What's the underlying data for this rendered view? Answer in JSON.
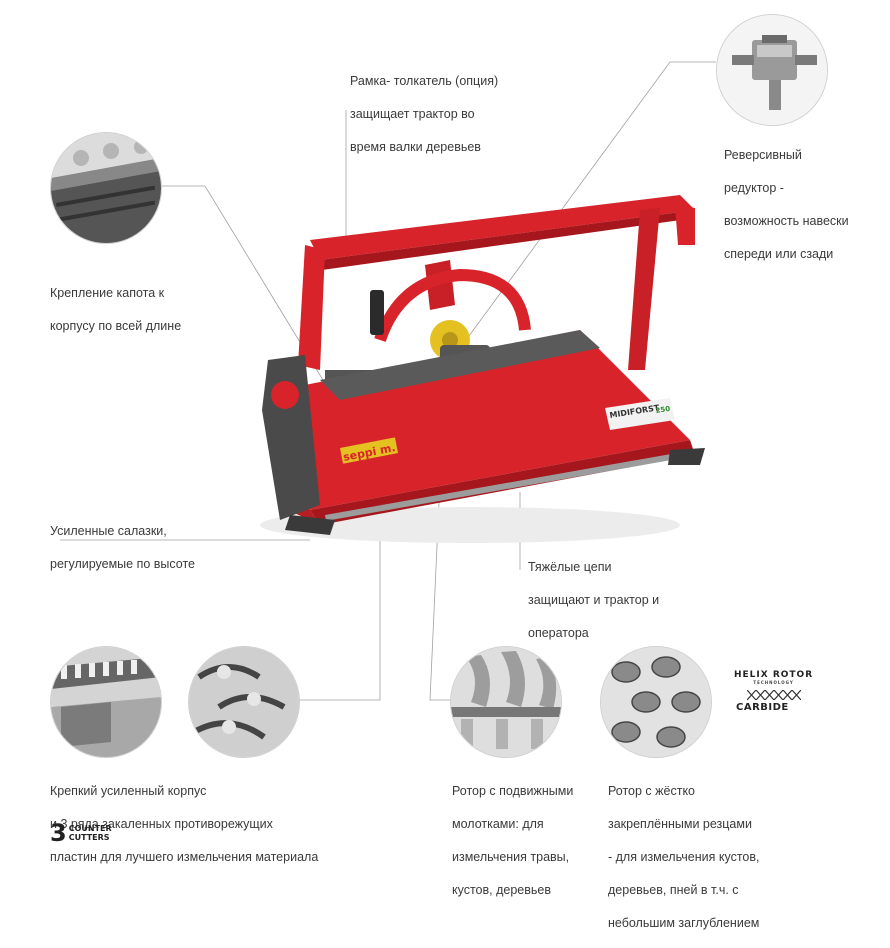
{
  "callouts": {
    "push_frame": [
      "Рамка- толкатель (опция)",
      "защищает трактор во",
      "время валки деревьев"
    ],
    "gearbox": [
      "Реверсивный",
      "редуктор -",
      "возможность навески",
      "спереди или сзади"
    ],
    "hood_mount": [
      "Крепление капота к",
      "корпусу по всей длине"
    ],
    "skids": [
      "Усиленные салазки,",
      "регулируемые по высоте"
    ],
    "chains": [
      "Тяжёлые цепи",
      "защищают  и трактор и",
      "оператора"
    ],
    "housing": [
      "Крепкий усиленный корпус",
      "и 3 ряда закаленных противорежущих",
      "пластин для лучшего измельчения материала"
    ],
    "rotor_hammers": [
      "Ротор с подвижными",
      "молотками: для",
      "измельчения травы,",
      "кустов, деревьев"
    ],
    "rotor_fixed": [
      "Ротор с жёстко",
      "закреплёнными резцами",
      "- для измельчения кустов,",
      "деревьев, пней в т.ч. с",
      "небольшим заглублением"
    ]
  },
  "badges": {
    "counter_number": "3",
    "counter_line1": "COUNTER",
    "counter_line2": "CUTTERS",
    "helix_line1": "HELIX ROTOR",
    "helix_line2": "TECHNOLOGY",
    "carbide": "CARBIDE"
  },
  "machine_labels": {
    "brand": "seppi m.",
    "model": "MIDIFORST",
    "model_number": "250"
  },
  "colors": {
    "machine_red": "#d8232a",
    "dark_red": "#a5171c",
    "machine_grey": "#4a4a4a",
    "leader_line": "#9a9a9a"
  }
}
